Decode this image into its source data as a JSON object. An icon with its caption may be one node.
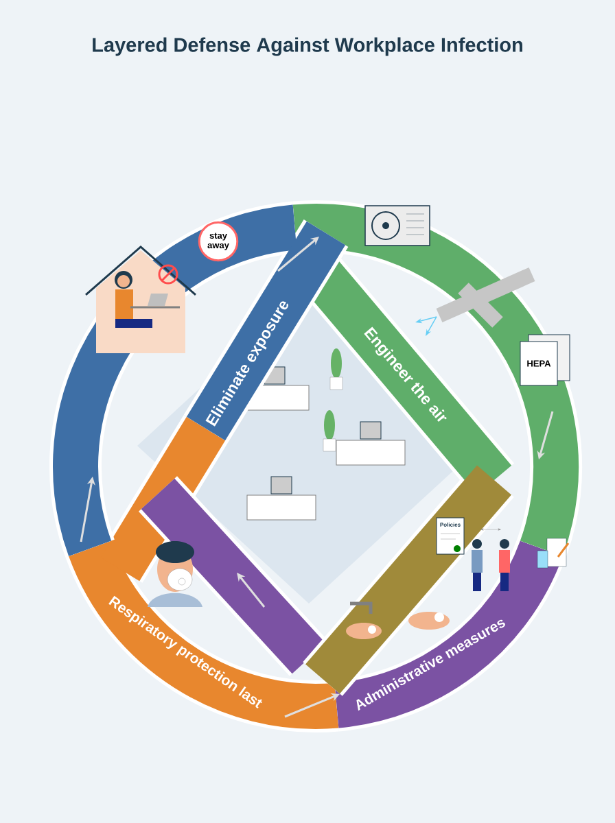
{
  "diagram": {
    "title": "Layered Defense Against Workplace Infection",
    "nodes": [
      {
        "text": [
          "Eliminate exposure"
        ]
      },
      {
        "text": [
          "Engineer the air"
        ]
      },
      {
        "text": [
          "Administrative measures"
        ]
      },
      {
        "text": [
          "Respiratory protection last"
        ]
      }
    ],
    "labels": [
      "stay away",
      "HEPA",
      "Policies"
    ]
  }
}
